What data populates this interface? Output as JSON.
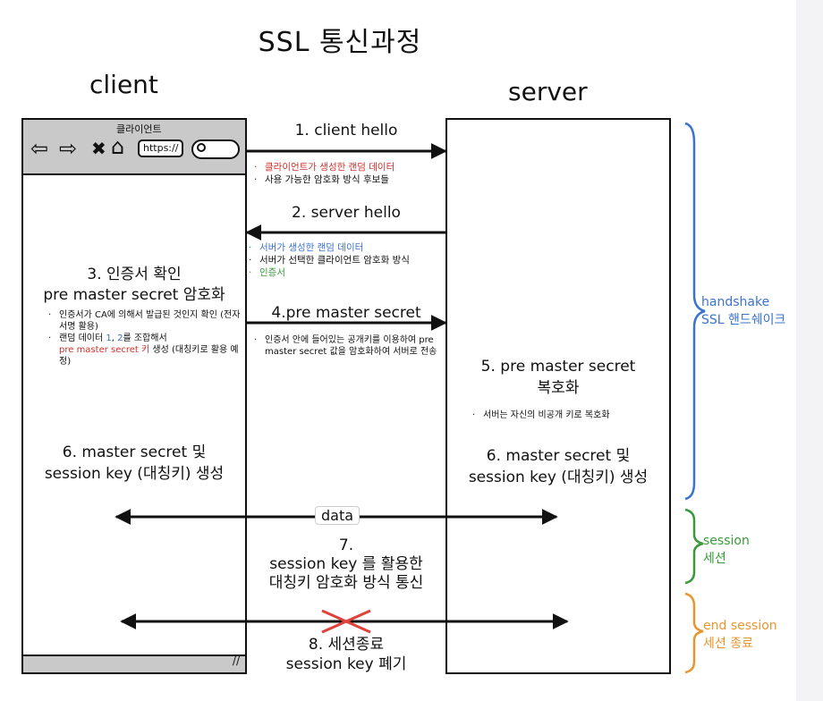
{
  "title": "SSL 통신과정",
  "client_label": "client",
  "server_label": "server",
  "browser": {
    "title": "클라이언트",
    "url": "https://"
  },
  "steps": {
    "s1": {
      "label": "1. client hello",
      "notes": [
        "클라이언트가 생성한 랜덤 데이터",
        "사용 가능한 암호화 방식 후보들"
      ]
    },
    "s2": {
      "label": "2. server hello",
      "notes": [
        "서버가 생성한 랜덤 데이터",
        "서버가 선택한 클라이언트 암호화 방식",
        "인증서"
      ]
    },
    "s3": {
      "line1": "3. 인증서 확인",
      "line2": "pre master secret 암호화",
      "note1": "인증서가 CA에 의해서 발급된 것인지 확인 (전자서명 활용)",
      "note2_a": "랜덤 데이터 ",
      "note2_n1": "1",
      "note2_sep": ", ",
      "note2_n2": "2",
      "note2_b": "를 조합해서",
      "note2_red": "pre master secret 키",
      "note2_c": " 생성 (대칭키로 활용 예정)"
    },
    "s4": {
      "label": "4.pre master secret",
      "note": "인증서 안에 들어있는 공개키를 이용하여 pre master secret 값을 암호화하여 서버로 전송"
    },
    "s5": {
      "line1": "5. pre master secret",
      "line2": "복호화",
      "note": "서버는 자신의 비공개 키로 복호화"
    },
    "s6": {
      "line1": "6. master secret 및",
      "line2": "session key (대칭키) 생성"
    },
    "data_label": "data",
    "s7": {
      "line1": "7.",
      "line2": "session key 를 활용한",
      "line3": "대칭키 암호화 방식 통신"
    },
    "s8": {
      "line1": "8. 세션종료",
      "line2": "session key 폐기"
    }
  },
  "phases": {
    "handshake": {
      "en": "handshake",
      "ko": "SSL 핸드쉐이크",
      "color": "#3b73d1"
    },
    "session": {
      "en": "session",
      "ko": "세션",
      "color": "#3a9a3a"
    },
    "end": {
      "en": "end session",
      "ko": "세션 종료",
      "color": "#e8962e"
    }
  }
}
